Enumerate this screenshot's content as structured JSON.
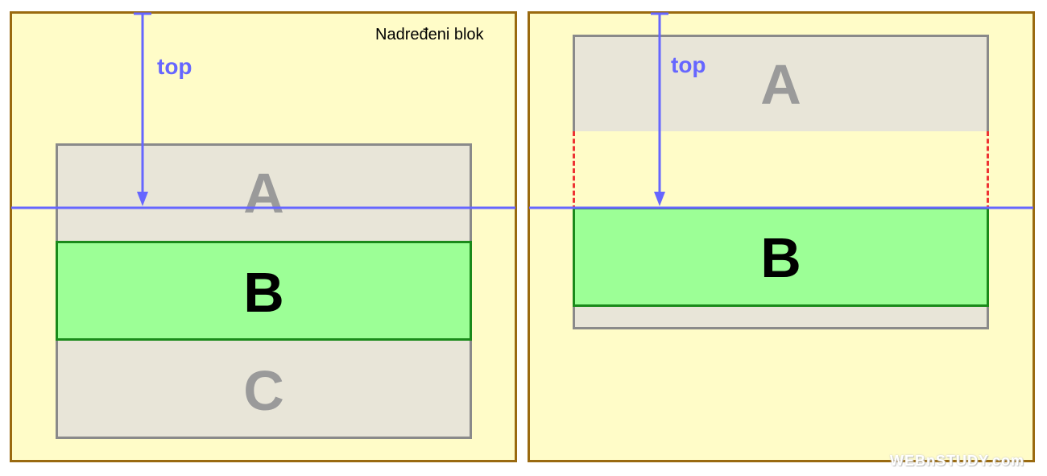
{
  "left_panel": {
    "parent_label": "Nadređeni blok",
    "top_label": "top",
    "box_a": "A",
    "box_b": "B",
    "box_c": "C"
  },
  "right_panel": {
    "top_label": "top",
    "box_a": "A",
    "box_b": "B"
  },
  "watermark": "WEBnSTUDY.com",
  "colors": {
    "panel_bg": "#fffcc8",
    "panel_border": "#9a6a10",
    "gray_box_bg": "#e8e5d8",
    "gray_box_border": "#8a8a8a",
    "green_box_bg": "#9cff96",
    "green_box_border": "#1a8a1a",
    "guide_line": "#6666ff",
    "placeholder_dashed": "#ee3333"
  }
}
